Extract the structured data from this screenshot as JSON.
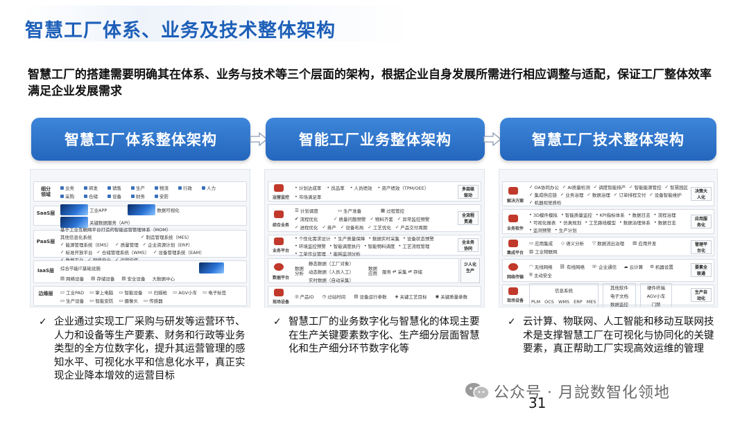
{
  "title": "智慧工厂体系、业务及技术整体架构",
  "intro": "智慧工厂的搭建需要明确其在体系、业务与技术等三个层面的架构，根据企业自身发展所需进行相应调整与适配，保证工厂整体效率满足企业发展需求",
  "columns": [
    {
      "header": "智慧工厂体系整体架构",
      "rows": [
        {
          "label": "细分\n领域",
          "items": [
            "业务",
            "研发",
            "销售",
            "生产",
            "物流",
            "行政",
            "人力",
            "采购",
            "仓储",
            "设备",
            "财务",
            "安防"
          ]
        },
        {
          "label": "SaaS层",
          "items": [
            "工业APP",
            "数据可视化",
            "关键数据服务（API）"
          ]
        },
        {
          "label": "PaaS层",
          "items": [
            "基于工业互联网平台打造的智能运营管理体系（MOM）",
            "制造管理系统（MES）",
            "能源管理系统（EMS）",
            "质量管理",
            "仓储管理系统（WMS）",
            "设备管理系统（EAM）",
            "数据平台",
            "其他信息化系统",
            "企业资源计划（ERP）",
            "标准开放平台",
            "网络安全",
            "运营指挥"
          ]
        },
        {
          "label": "IaaS层",
          "items": [
            "综合节能IT基础设施",
            "网络设备",
            "存储设备",
            "安全设备",
            "大数据中心"
          ]
        },
        {
          "label": "边缘层",
          "items": [
            "工业PAD",
            "掌上电脑",
            "智能设备",
            "扫描枪",
            "AGV小车",
            "电子标签",
            "生产设备",
            "智能安防",
            "摄像头",
            "传感器"
          ]
        }
      ],
      "bullet": "企业通过实现工厂采购与研发等运营环节、人力和设备等生产要素、财务和行政等业务类型的全方位数字化，提升其运营管理的感知水平、可视化水平和信息化水平，真正实现企业降本增效的运营目标"
    },
    {
      "header": "智能工厂业务整体架构",
      "rows": [
        {
          "label": "运营监控",
          "tag": "多层级\n驱动",
          "items": [
            "计划达成率",
            "良品率",
            "人员绩效",
            "资产绩效（TPM/OEE）",
            "市场满足率"
          ]
        },
        {
          "label": "综合业务",
          "tag": "全流程\n贯通",
          "items": [
            "计划调度",
            "生产准备",
            "过程管控",
            "流程优化",
            "质量问题预警",
            "物料齐套",
            "异常监控预警",
            "进程优化",
            "排产",
            "设备布局",
            "工艺优化",
            "产品交付周期"
          ]
        },
        {
          "label": "业务平台",
          "tag": "全业务\n协同",
          "items": [
            "个性化需求设计",
            "生产质量保障",
            "数据实时采集",
            "设备状态预警",
            "环境监控预警",
            "智能调度执行",
            "智能物料调度",
            "工艺流程管理",
            "工单作业管理",
            "能耗监测分析",
            "全业务",
            "协同"
          ]
        },
        {
          "label": "数据平台",
          "tag": "少人化\n生产",
          "items": [
            "数据分析",
            "静态数据（工厂对象）",
            "动态数据（人员人工）",
            "实时数据（自动采集）",
            "数据应用",
            "服务",
            "采集",
            "存储"
          ]
        },
        {
          "label": "现场设备",
          "items": [
            "产品ID",
            "过站时间",
            "设备运行参数",
            "关键工艺目标",
            "关键质量参数"
          ]
        }
      ],
      "bullet": "智慧工厂的业务数字化与智慧化的体现主要在生产关键要素数字化、生产细分层面智慧化和生产细分环节数字化等"
    },
    {
      "header": "智慧工厂技术整体架构",
      "rows": [
        {
          "label": "解决方案",
          "tag": "决策大\n人化",
          "items": [
            "OA协同办公",
            "AI质量检测",
            "调度智能排产",
            "智能能源管控",
            "智慧园区",
            "集成供应链",
            "业务治理",
            "数据治理",
            "订单排程交付",
            "设备智能维护",
            "机器视觉质检"
          ]
        },
        {
          "label": "业务软件",
          "tag": "应用服\n务化",
          "items": [
            "3D模件模拟",
            "智能质量监控",
            "KPI指标体系",
            "数据日志",
            "流程治理",
            "可视化报表",
            "仿真规划",
            "工艺路线模型",
            "数据治理体系",
            "数据日志",
            "监测预警",
            "生产计划"
          ]
        },
        {
          "label": "集成平台",
          "tag": "管理平\n台化",
          "items": [
            "应用集成",
            "语义分析",
            "数据流出治理",
            "应用开发",
            "工业物联网"
          ]
        },
        {
          "label": "网络传输",
          "tag": "要素全\n联通",
          "items": [
            "无线网络",
            "有线网络",
            "企业通信",
            "云计算",
            "机器设置",
            "主动安全"
          ]
        },
        {
          "label": "现场设备",
          "tag": "生产自\n动化",
          "items": [
            "信息系统",
            "PLM",
            "OCS",
            "WMS",
            "ERP",
            "MES",
            "其他软件",
            "电子文档",
            "数据监控",
            "硬件终端",
            "AGV小车",
            "门禁"
          ]
        }
      ],
      "bullet": "云计算、物联网、人工智能和移动互联网技术是支撑智慧工厂在可视化与协同化的关键要素，真正帮助工厂实现高效运维的管理"
    }
  ],
  "footer": "公众号 · 月說数智化领地",
  "page_number": "31",
  "colors": {
    "title": "#1d5fb8",
    "header": "#2a6cc2",
    "icon_red": "#c0392b"
  }
}
